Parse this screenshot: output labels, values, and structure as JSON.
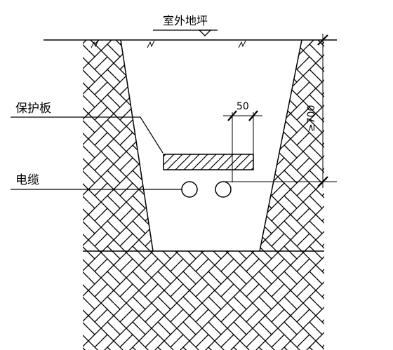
{
  "labels": {
    "ground": "室外地坪",
    "protective_board": "保护板",
    "cable": "电缆",
    "spacing": "50",
    "min_depth": "≥700"
  },
  "colors": {
    "line": "#000000",
    "background": "#ffffff"
  }
}
